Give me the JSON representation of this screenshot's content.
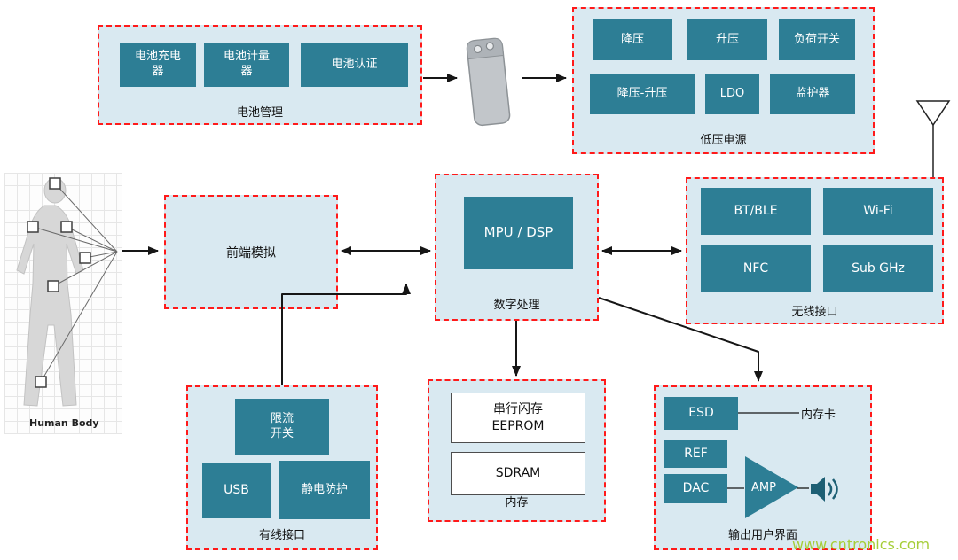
{
  "colors": {
    "chip_teal": "#2d7e95",
    "panel_bg": "#d9e9f1",
    "panel_border_red": "#ff1a1a",
    "arrow_black": "#161616",
    "watermark_green": "#a6ce39"
  },
  "watermark": "www.cntronics.com",
  "human_body": {
    "label": "Human Body"
  },
  "panels": {
    "battery_mgmt": {
      "caption": "电池管理",
      "chips": [
        "电池充电\n器",
        "电池计量\n器",
        "电池认证"
      ]
    },
    "low_voltage": {
      "caption": "低压电源",
      "chips": [
        "降压",
        "升压",
        "负荷开关",
        "降压-升压",
        "LDO",
        "监护器"
      ]
    },
    "analog_front_end": {
      "label": "前端模拟"
    },
    "digital": {
      "caption": "数字处理",
      "chip": "MPU / DSP"
    },
    "wireless": {
      "caption": "无线接口",
      "chips": [
        "BT/BLE",
        "Wi-Fi",
        "NFC",
        "Sub GHz"
      ]
    },
    "wired": {
      "caption": "有线接口",
      "chips": [
        "限流\n开关",
        "USB",
        "静电防护"
      ]
    },
    "memory": {
      "caption": "内存",
      "modules": [
        "串行闪存\nEEPROM",
        "SDRAM"
      ]
    },
    "output_ui": {
      "caption": "输出用户界面",
      "chips": [
        "ESD",
        "REF",
        "DAC"
      ],
      "amp": "AMP",
      "memory_card_label": "内存卡"
    }
  }
}
